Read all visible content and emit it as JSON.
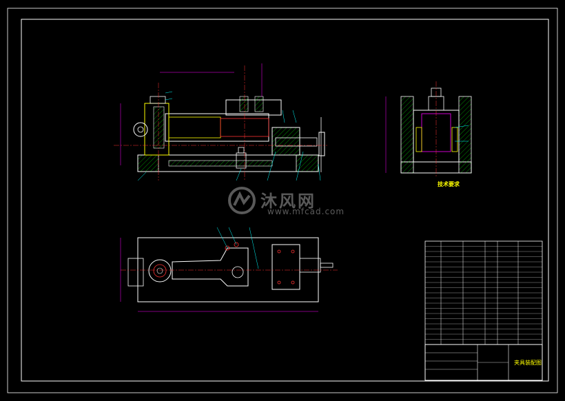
{
  "drawing": {
    "tech_requirements_title": "技术要求",
    "title_block_name": "夹具装配图"
  },
  "watermark": {
    "brand": "沐风网",
    "url": "www.mfcad.com"
  },
  "colors": {
    "background": "#000000",
    "frame": "#ffffff",
    "outline": "#ffffff",
    "hatch": "#00ff00",
    "center": "#ff3333",
    "dimension": "#ff00ff",
    "text": "#ffff00",
    "leader": "#00ffff"
  }
}
